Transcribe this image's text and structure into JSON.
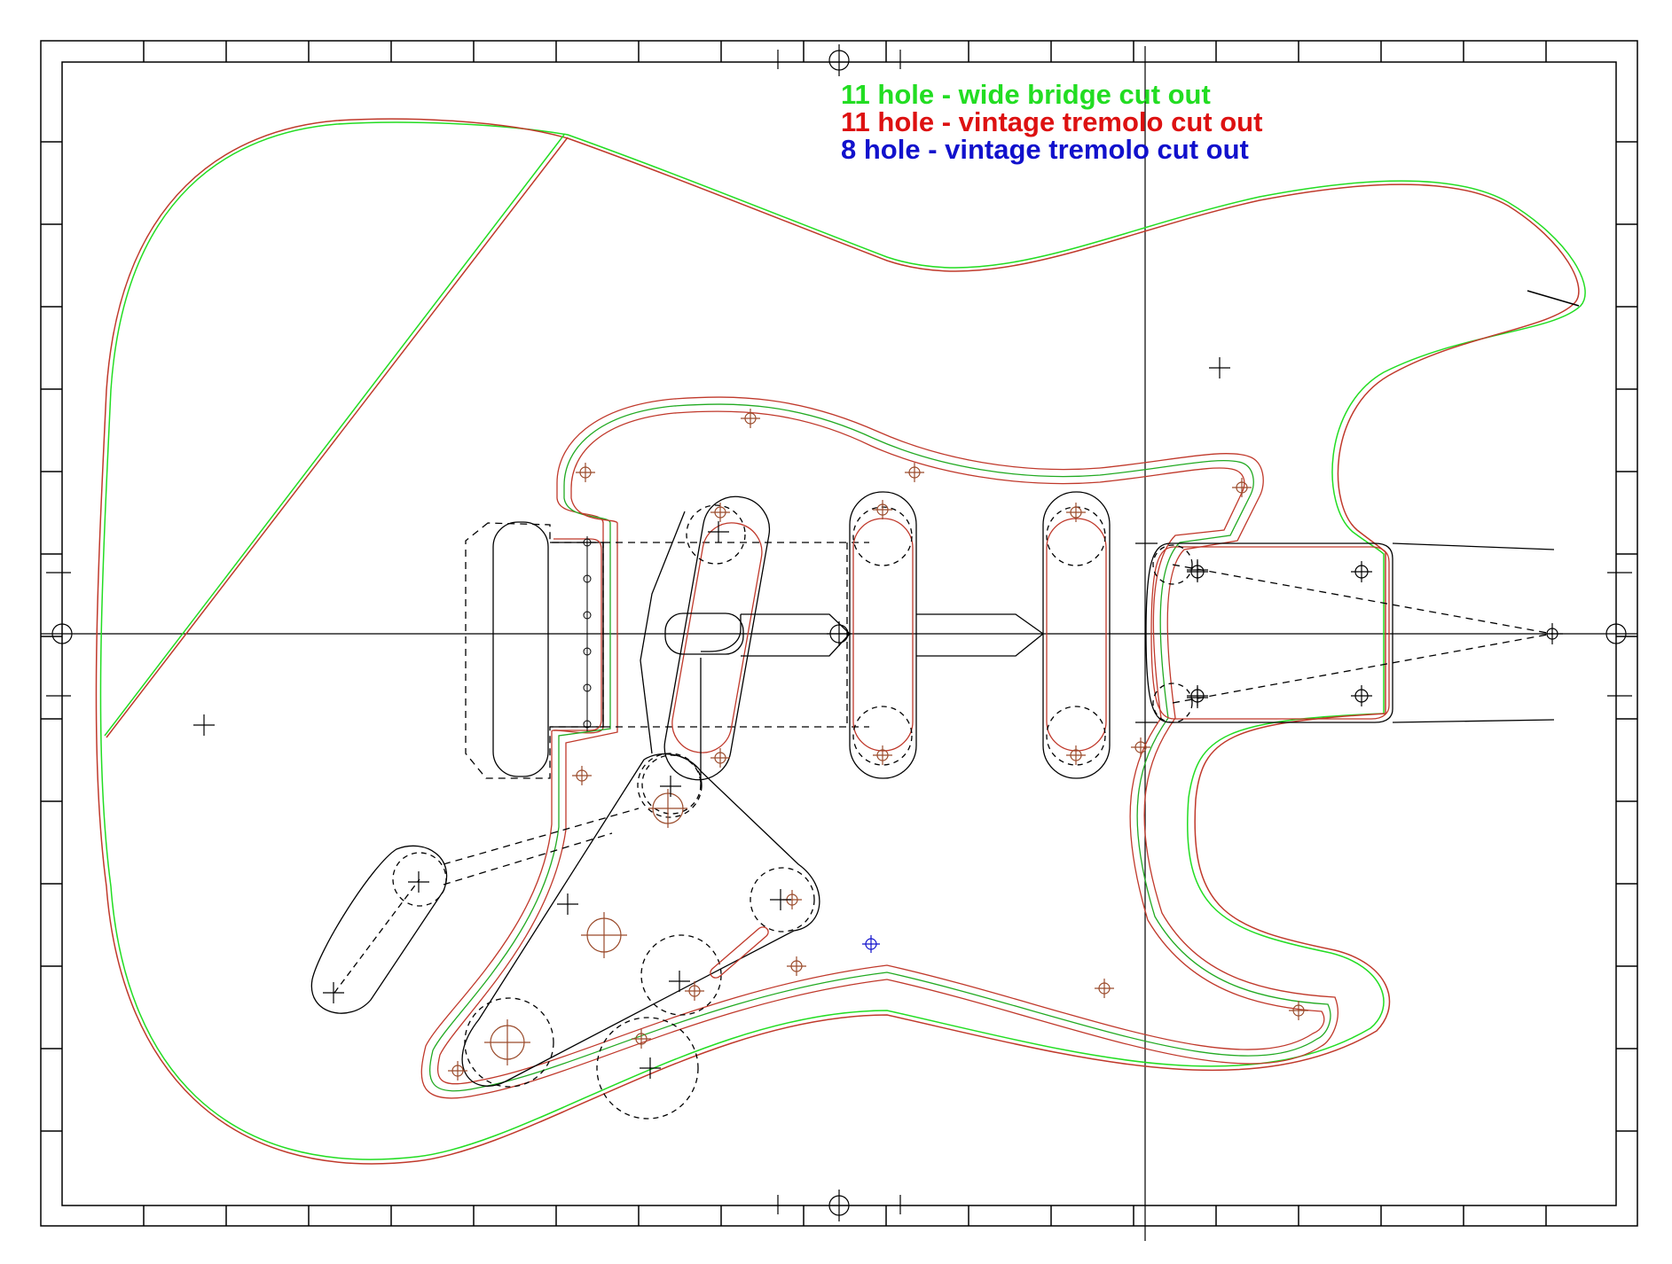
{
  "legend": {
    "items": [
      {
        "label": "11 hole - wide bridge cut out",
        "color": "#22dd22"
      },
      {
        "label": "11 hole - vintage tremolo cut out",
        "color": "#dd1111"
      },
      {
        "label": "8 hole - vintage tremolo cut out",
        "color": "#1111cc"
      }
    ]
  },
  "colors": {
    "line": "#000000",
    "body_outline_green": "#22dd22",
    "body_outline_red": "#c0392b",
    "hole_marker": "#9a4a2a",
    "blue_marker": "#1111cc"
  }
}
